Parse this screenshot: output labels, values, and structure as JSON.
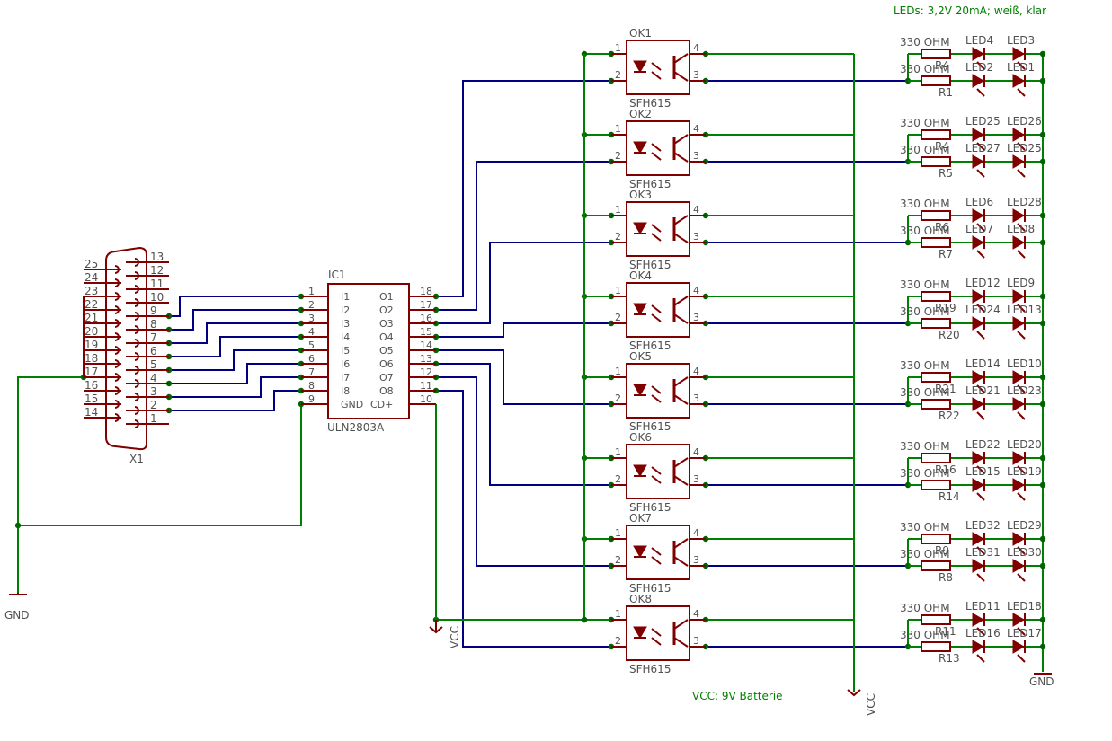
{
  "title": "LEDs: 3,2V 20mA; weiß, klar",
  "vcc_note": "VCC: 9V Batterie",
  "colors": {
    "part": "#800000",
    "net": "#000080",
    "supply": "#008000",
    "junction": "#006400",
    "text": "#505050",
    "note": "#008000"
  },
  "connector": {
    "name": "X1",
    "left_pins": [
      "25",
      "24",
      "23",
      "22",
      "21",
      "20",
      "19",
      "18",
      "17",
      "16",
      "15",
      "14"
    ],
    "right_pins": [
      "13",
      "12",
      "11",
      "10",
      "9",
      "8",
      "7",
      "6",
      "5",
      "4",
      "3",
      "2",
      "1"
    ]
  },
  "driver": {
    "name": "IC1",
    "value": "ULN2803A",
    "left_pins": [
      "1",
      "2",
      "3",
      "4",
      "5",
      "6",
      "7",
      "8",
      "9"
    ],
    "left_labels": [
      "I1",
      "I2",
      "I3",
      "I4",
      "I5",
      "I6",
      "I7",
      "I8",
      "GND"
    ],
    "right_pins": [
      "18",
      "17",
      "16",
      "15",
      "14",
      "13",
      "12",
      "11",
      "10"
    ],
    "right_labels": [
      "O1",
      "O2",
      "O3",
      "O4",
      "O5",
      "O6",
      "O7",
      "O8",
      "CD+"
    ]
  },
  "supply_labels": {
    "gnd_left": "GND",
    "gnd_right": "GND",
    "vcc_left": "VCC",
    "vcc_right": "VCC"
  },
  "optocouplers": [
    {
      "name": "OK1",
      "value": "SFH615",
      "pins": [
        "1",
        "2",
        "4",
        "3"
      ]
    },
    {
      "name": "OK2",
      "value": "SFH615",
      "pins": [
        "1",
        "2",
        "4",
        "3"
      ]
    },
    {
      "name": "OK3",
      "value": "SFH615",
      "pins": [
        "1",
        "2",
        "4",
        "3"
      ]
    },
    {
      "name": "OK4",
      "value": "SFH615",
      "pins": [
        "1",
        "2",
        "4",
        "3"
      ]
    },
    {
      "name": "OK5",
      "value": "SFH615",
      "pins": [
        "1",
        "2",
        "4",
        "3"
      ]
    },
    {
      "name": "OK6",
      "value": "SFH615",
      "pins": [
        "1",
        "2",
        "4",
        "3"
      ]
    },
    {
      "name": "OK7",
      "value": "SFH615",
      "pins": [
        "1",
        "2",
        "4",
        "3"
      ]
    },
    {
      "name": "OK8",
      "value": "SFH615",
      "pins": [
        "1",
        "2",
        "4",
        "3"
      ]
    }
  ],
  "led_rows": [
    {
      "res_top": "330 OHM",
      "res_mid": "R4",
      "res_bottom": "330 OHM",
      "res_name": "R1",
      "led_a": "LED4",
      "led_b": "LED3",
      "led_c": "LED2",
      "led_d": "LED1"
    },
    {
      "res_top": "330 OHM",
      "res_mid": "R4",
      "res_bottom": "330 OHM",
      "res_name": "R5",
      "led_a": "LED25",
      "led_b": "LED26",
      "led_c": "LED27",
      "led_d": "LED25"
    },
    {
      "res_top": "330 OHM",
      "res_mid": "R6",
      "res_bottom": "330 OHM",
      "res_name": "R7",
      "led_a": "LED6",
      "led_b": "LED28",
      "led_c": "LED7",
      "led_d": "LED8"
    },
    {
      "res_top": "330 OHM",
      "res_mid": "R19",
      "res_bottom": "330 OHM",
      "res_name": "R20",
      "led_a": "LED12",
      "led_b": "LED9",
      "led_c": "LED24",
      "led_d": "LED13"
    },
    {
      "res_top": "330 OHM",
      "res_mid": "R21",
      "res_bottom": "330 OHM",
      "res_name": "R22",
      "led_a": "LED14",
      "led_b": "LED10",
      "led_c": "LED21",
      "led_d": "LED23"
    },
    {
      "res_top": "330 OHM",
      "res_mid": "R16",
      "res_bottom": "330 OHM",
      "res_name": "R14",
      "led_a": "LED22",
      "led_b": "LED20",
      "led_c": "LED15",
      "led_d": "LED19"
    },
    {
      "res_top": "330 OHM",
      "res_mid": "R9",
      "res_bottom": "330 OHM",
      "res_name": "R8",
      "led_a": "LED32",
      "led_b": "LED29",
      "led_c": "LED31",
      "led_d": "LED30"
    },
    {
      "res_top": "330 OHM",
      "res_mid": "R11",
      "res_bottom": "330 OHM",
      "res_name": "R13",
      "led_a": "LED11",
      "led_b": "LED18",
      "led_c": "LED16",
      "led_d": "LED17"
    }
  ]
}
